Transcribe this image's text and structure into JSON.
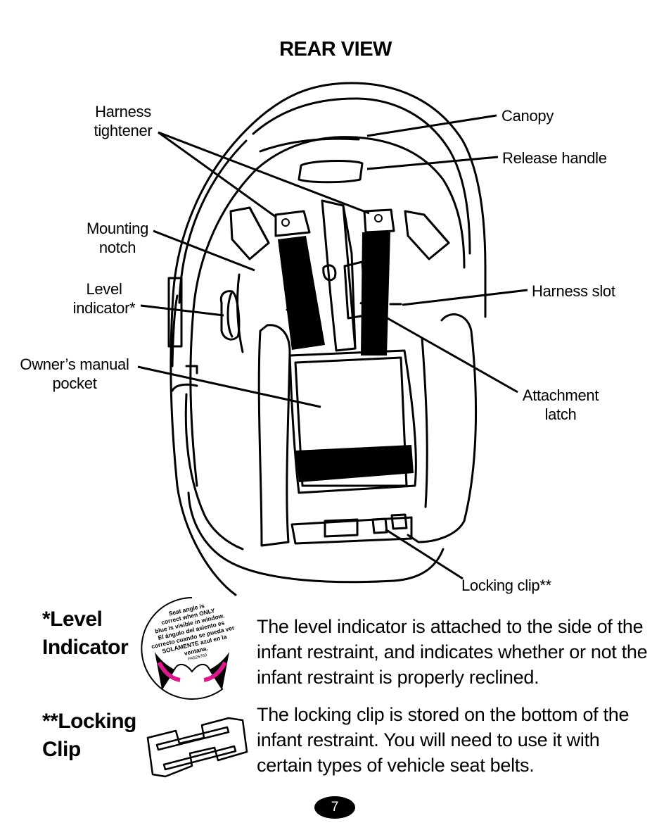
{
  "page": {
    "title": "REAR VIEW",
    "page_number": "7"
  },
  "callouts": {
    "harness_tightener": "Harness\ntightener",
    "mounting_notch": "Mounting\nnotch",
    "level_indicator": "Level\nindicator*",
    "owners_manual_pocket": "Owner’s manual\npocket",
    "canopy": "Canopy",
    "release_handle": "Release handle",
    "harness_slot": "Harness slot",
    "attachment_latch": "Attachment\nlatch",
    "locking_clip": "Locking clip**"
  },
  "level_indicator_section": {
    "heading": "*Level\nIndicator",
    "text": "The level indicator is attached to the side of the infant restraint, and indicates whether or not the infant restraint is properly reclined.",
    "dial": {
      "line1": "Seat angle is",
      "line2": "correct when ONLY",
      "line3": "blue is visible in window.",
      "line4": "El ángulo del asiento es",
      "line5": "correcto cuando se pueda ver",
      "line6": "SOLAMENTE azul en la ventana.",
      "code": "PA525760",
      "arrow_color": "#d81b8a"
    }
  },
  "locking_clip_section": {
    "heading": "**Locking\nClip",
    "text": "The locking clip is stored on the bottom of the infant restraint. You will need to use it with certain types of vehicle seat belts."
  }
}
